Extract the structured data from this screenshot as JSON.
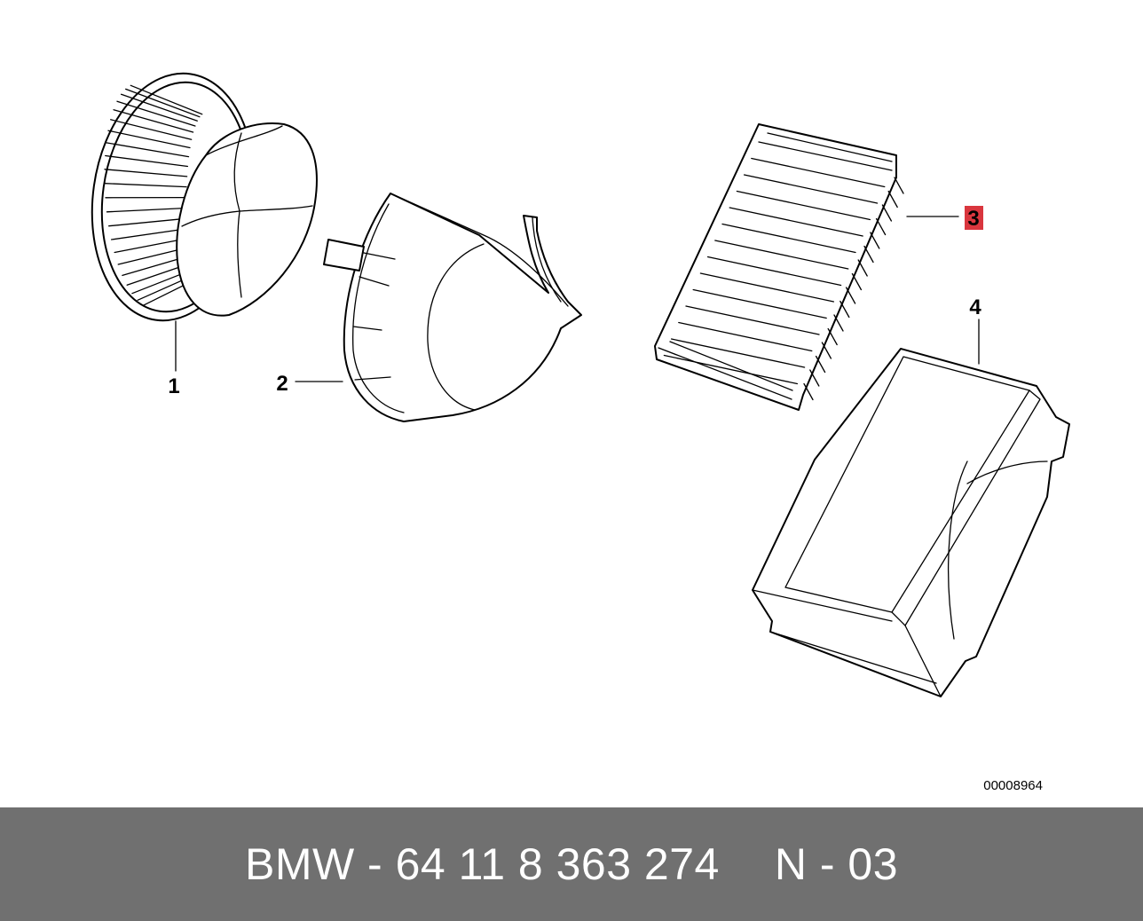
{
  "callouts": {
    "c1": "1",
    "c2": "2",
    "c3": "3",
    "c4": "4"
  },
  "highlight_color": "#d9363e",
  "diagram_id": "00008964",
  "footer": {
    "part_number": "BMW - 64 11 8 363 274",
    "variant": "N - 03"
  }
}
